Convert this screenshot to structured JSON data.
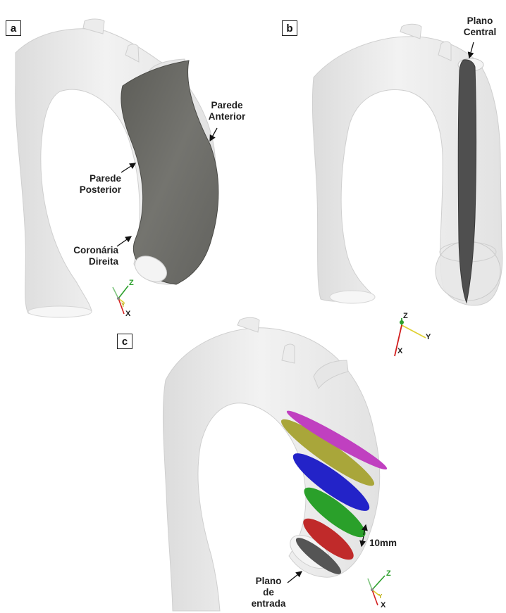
{
  "panels": [
    {
      "letter": "a"
    },
    {
      "letter": "b"
    },
    {
      "letter": "c"
    }
  ],
  "labels": {
    "parede_anterior": [
      "Parede",
      "Anterior"
    ],
    "parede_posterior": [
      "Parede",
      "Posterior"
    ],
    "coronaria_direita": [
      "Coronária",
      "Direita"
    ],
    "plano_central": [
      "Plano",
      "Central"
    ],
    "spacing": "10mm",
    "plano_entrada": [
      "Plano",
      "de",
      "entrada"
    ]
  },
  "axes": {
    "z": "Z",
    "y": "Y",
    "x": "X"
  },
  "colors": {
    "vessel_fill": "#ececec",
    "vessel_edge": "#c8c8c8",
    "wall": "#6b6b66",
    "central_plane": "#4f4f4f",
    "plane_inlet": "#555555",
    "plane_red": "#c02a2a",
    "plane_green": "#2aa02a",
    "plane_blue": "#2323c8",
    "plane_olive": "#a9a63a",
    "plane_magenta": "#c040c0",
    "axis_x": "#d21f1f",
    "axis_y": "#e0d030",
    "axis_z": "#2ca02c"
  }
}
